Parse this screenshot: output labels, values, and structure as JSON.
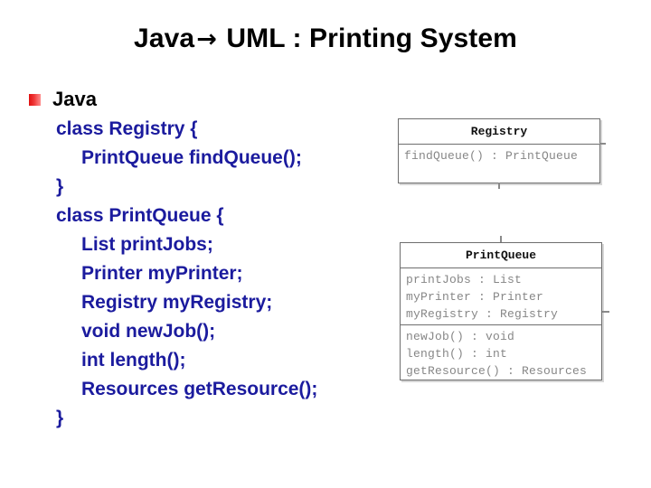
{
  "slide": {
    "title_before": "Java",
    "title_arrow": "→",
    "title_after": "UML : Printing System",
    "background_color": "#ffffff"
  },
  "bullet": {
    "marker_color": "#e01010",
    "label": "Java"
  },
  "code": {
    "text_color": "#1b1b9e",
    "lines": [
      {
        "text": "class Registry {",
        "indent": 0
      },
      {
        "text": "PrintQueue findQueue();",
        "indent": 1
      },
      {
        "text": "}",
        "indent": 0
      },
      {
        "text": "class PrintQueue {",
        "indent": 0
      },
      {
        "text": "List printJobs;",
        "indent": 1
      },
      {
        "text": "Printer myPrinter;",
        "indent": 1
      },
      {
        "text": "Registry myRegistry;",
        "indent": 1
      },
      {
        "text": "void newJob();",
        "indent": 1
      },
      {
        "text": "int length();",
        "indent": 1
      },
      {
        "text": "Resources getResource();",
        "indent": 1
      },
      {
        "text": "}",
        "indent": 0
      }
    ]
  },
  "uml": {
    "border_color": "#6e6e6e",
    "row_text_color": "#878787",
    "registry": {
      "name": "Registry",
      "attributes": [],
      "operations": [
        "findQueue() : PrintQueue"
      ]
    },
    "printqueue": {
      "name": "PrintQueue",
      "attributes": [
        "printJobs : List",
        "myPrinter : Printer",
        "myRegistry : Registry"
      ],
      "operations": [
        "newJob() : void",
        "length() : int",
        "getResource() : Resources"
      ]
    }
  }
}
